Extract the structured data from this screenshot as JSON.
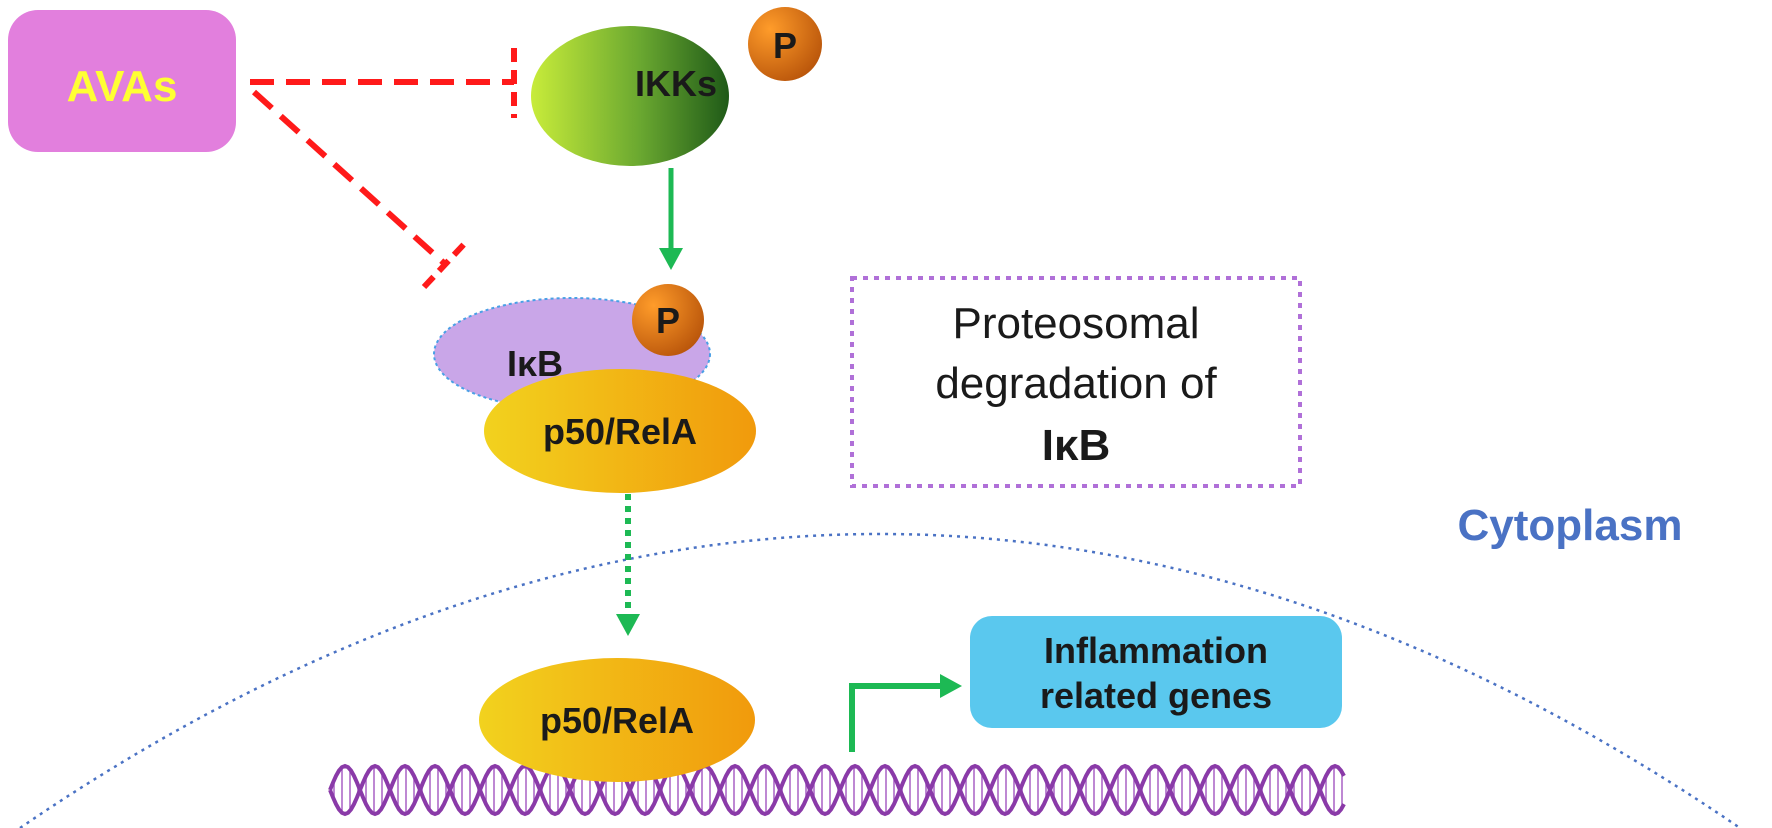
{
  "nodes": {
    "avas": {
      "label": "AVAs"
    },
    "ikks": {
      "label": "IKKs",
      "badge": "P"
    },
    "ikb": {
      "label": "IκB",
      "badge": "P"
    },
    "p50_cyto": {
      "label": "p50/RelA"
    },
    "p50_nuc": {
      "label": "p50/RelA"
    },
    "genes": {
      "line1": "Inflammation",
      "line2": "related genes"
    }
  },
  "degradation": {
    "line1": "Proteosomal",
    "line2": "degradation of",
    "line3": "IκB"
  },
  "compartment": {
    "cytoplasm": "Cytoplasm"
  },
  "colors": {
    "inhibition": "#ff1a1a",
    "activation": "#1db954",
    "avas_fill": "#e27fdd",
    "avas_text": "#ffff33",
    "genes_fill": "#5ac8ee",
    "cytoplasm_text": "#4a72c4",
    "dna": "#8a3aa8",
    "degradation_border": "#b070d8"
  }
}
